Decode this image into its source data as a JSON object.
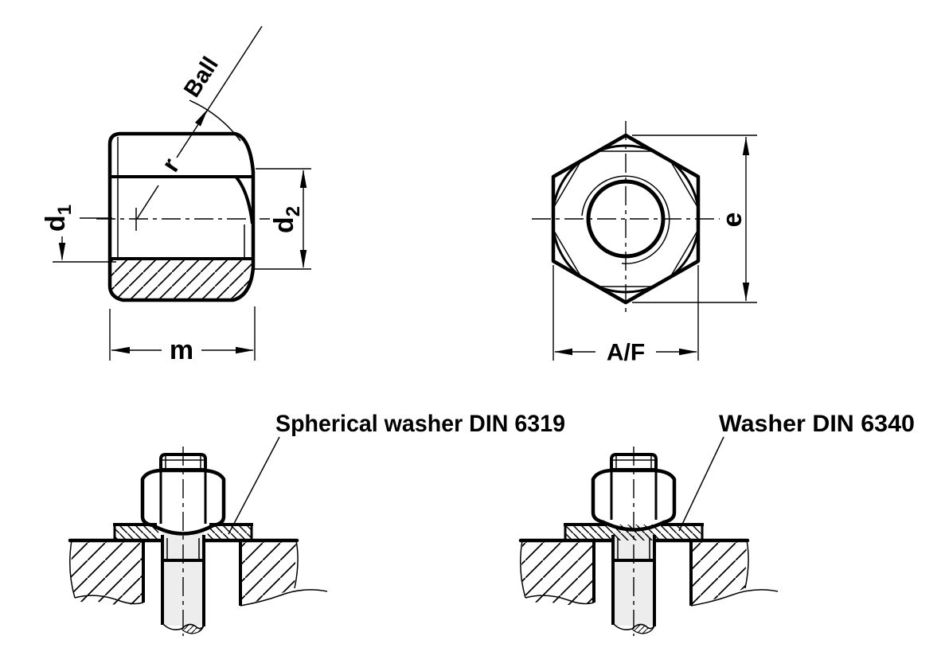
{
  "drawing": {
    "background_color": "#ffffff",
    "line_color": "#000000",
    "part_fill_color": "#ededed"
  },
  "side_view": {
    "label_ball": "Ball",
    "label_r": "r",
    "label_d1_base": "d",
    "label_d1_sub": "1",
    "label_d2_base": "d",
    "label_d2_sub": "2",
    "label_m": "m"
  },
  "top_view": {
    "label_e": "e",
    "label_af": "A/F"
  },
  "assembly_left": {
    "caption": "Spherical washer DIN 6319"
  },
  "assembly_right": {
    "caption": "Washer DIN 6340"
  }
}
